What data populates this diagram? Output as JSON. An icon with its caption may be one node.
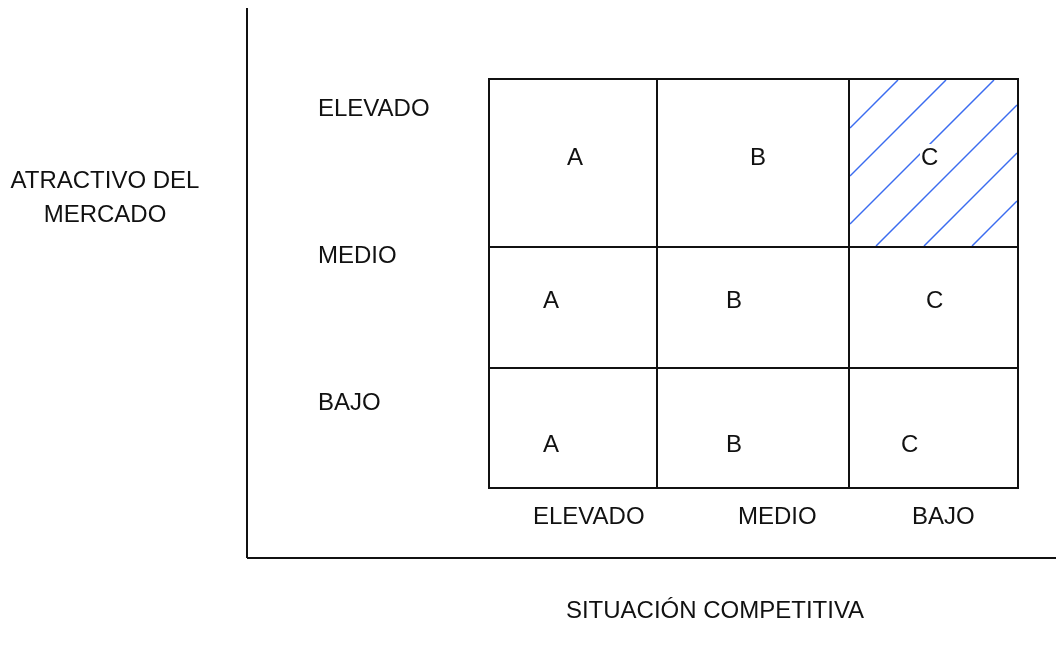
{
  "diagram": {
    "nodes": [
      {
        "text": [
          "A"
        ]
      },
      {
        "text": [
          "B"
        ]
      },
      {
        "text": [
          "C"
        ]
      },
      {
        "text": [
          "A"
        ]
      },
      {
        "text": [
          "B"
        ]
      },
      {
        "text": [
          "C"
        ]
      },
      {
        "text": [
          "A"
        ]
      },
      {
        "text": [
          "B"
        ]
      },
      {
        "text": [
          "C"
        ]
      }
    ],
    "labels": [
      "ATRACTIVO DEL MERCADO",
      "ELEVADO",
      "MEDIO",
      "BAJO",
      "ELEVADO",
      "MEDIO",
      "BAJO",
      "SITUACIÓN COMPETITIVA"
    ]
  }
}
